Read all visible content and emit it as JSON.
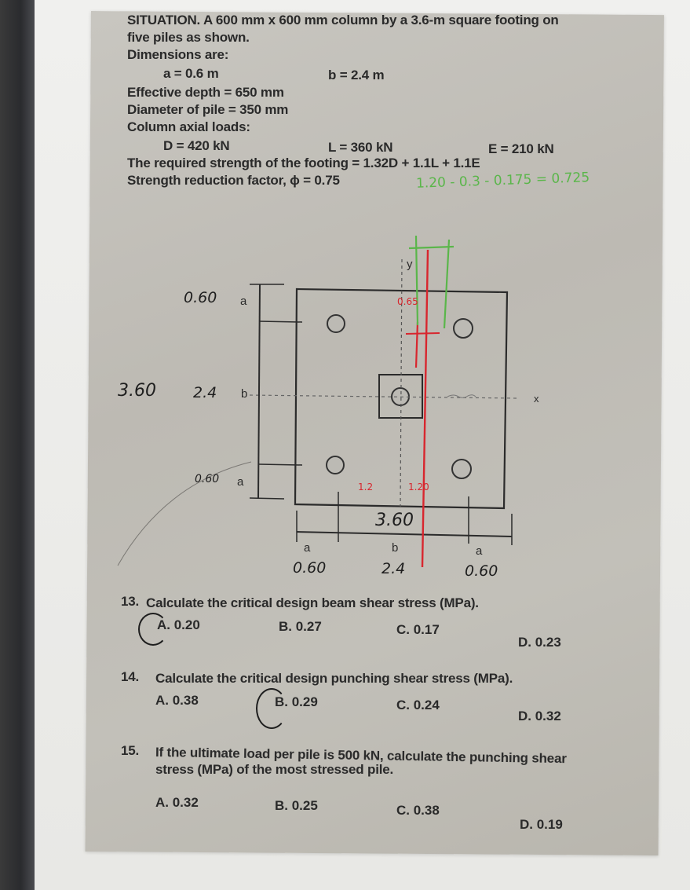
{
  "situation": {
    "line1": "SITUATION. A 600 mm x 600 mm column by a 3.6-m square footing on",
    "line2": "five piles as shown.",
    "dimensions_label": "Dimensions are:",
    "a": "a = 0.6 m",
    "b": "b = 2.4 m",
    "effective_depth": "Effective depth = 650 mm",
    "pile_diameter": "Diameter of pile = 350 mm",
    "loads_label": "Column axial loads:",
    "D": "D = 420 kN",
    "L": "L = 360 kN",
    "E": "E = 210 kN",
    "required_strength": "The required strength of the footing = 1.32D + 1.1L + 1.1E",
    "phi": "Strength reduction factor, ϕ = 0.75"
  },
  "diagram": {
    "axis_y": "y",
    "axis_x": "x",
    "left_labels": {
      "top_a": "a",
      "mid_b": "b",
      "bot_a": "a"
    },
    "bottom_labels": {
      "left_a": "a",
      "mid_b": "b",
      "right_a": "a"
    },
    "handwritten_black": {
      "top_a_value": "0.60",
      "mid_b_value": "2.4",
      "total_left": "3.60",
      "bot_a_value": "0.60",
      "bottom_total": "3.60",
      "bottom_left": "0.60",
      "bottom_mid": "2.4",
      "bottom_right": "0.60"
    },
    "handwritten_red": {
      "dist_top": "0.65",
      "left_half": "1.2",
      "right_half": "1.20"
    },
    "handwritten_green": {
      "calc": "1.20 - 0.3 - 0.175 = 0.725"
    },
    "colors": {
      "red": "#d8262e",
      "green": "#5ab64a",
      "ink": "#1e1e1e"
    }
  },
  "questions": [
    {
      "number": "13.",
      "text": "Calculate the critical design beam shear stress (MPa).",
      "choices": [
        "A. 0.20",
        "B. 0.27",
        "C. 0.17",
        "D. 0.23"
      ],
      "circled": "A"
    },
    {
      "number": "14.",
      "text": "Calculate the critical design punching shear stress (MPa).",
      "choices": [
        "A. 0.38",
        "B. 0.29",
        "C. 0.24",
        "D. 0.32"
      ],
      "circled": "B"
    },
    {
      "number": "15.",
      "text": "If the ultimate load per pile is 500 kN, calculate the punching shear",
      "text2": "stress (MPa) of the most stressed pile.",
      "choices": [
        "A. 0.32",
        "B. 0.25",
        "C. 0.38",
        "D. 0.19"
      ],
      "circled": ""
    }
  ]
}
